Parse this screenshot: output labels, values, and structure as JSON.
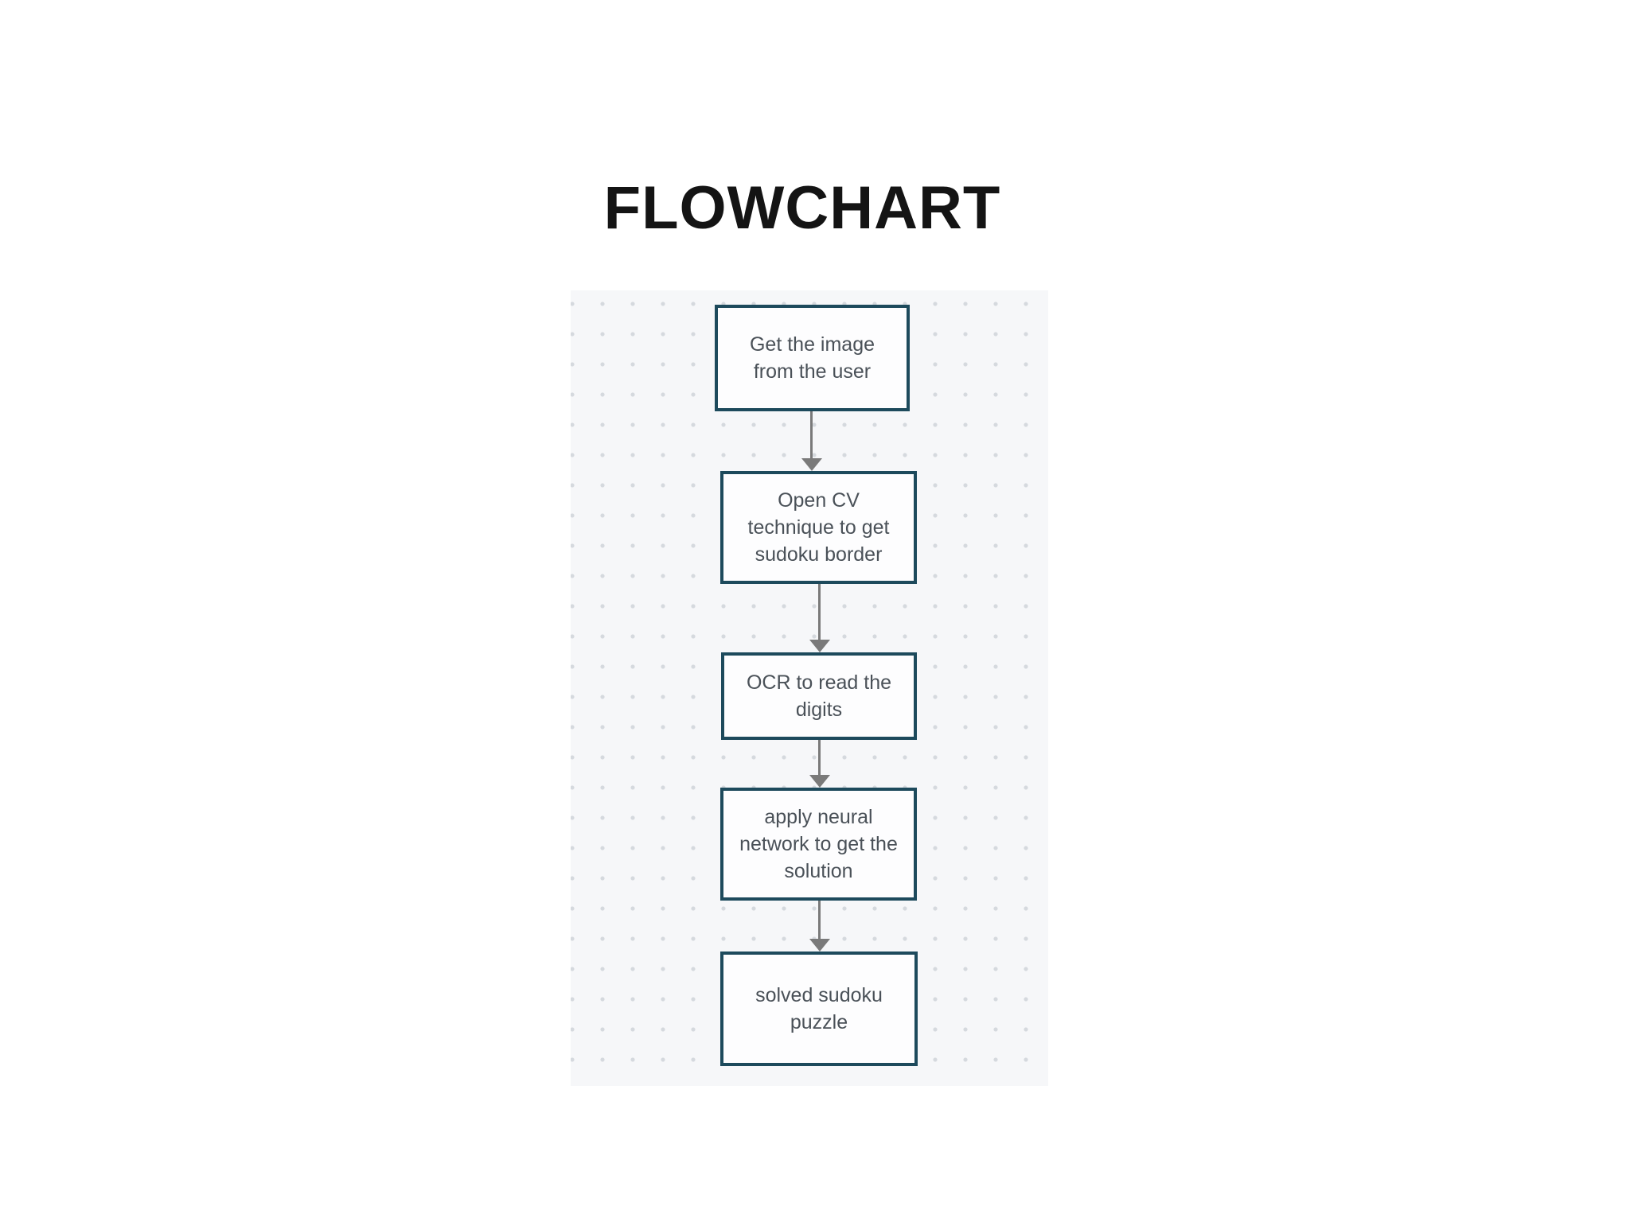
{
  "slide": {
    "title": "FLOWCHART"
  },
  "colors": {
    "title_text": "#141414",
    "panel_bg": "#f6f7f9",
    "panel_dot": "#d5d9de",
    "node_border": "#1d4a5c",
    "node_bg": "#fdfdfe",
    "node_text": "#4a5158",
    "arrow": "#7a7a7a"
  },
  "flowchart": {
    "nodes": [
      {
        "id": "get-image",
        "lines": [
          "Get the image",
          "from the user"
        ]
      },
      {
        "id": "open-cv",
        "lines": [
          "Open CV",
          "technique to get",
          "sudoku border"
        ]
      },
      {
        "id": "ocr",
        "lines": [
          "OCR to read the",
          "digits"
        ]
      },
      {
        "id": "neural-network",
        "lines": [
          "apply neural",
          "network to get the",
          "solution"
        ]
      },
      {
        "id": "solved-puzzle",
        "lines": [
          "solved sudoku",
          "puzzle"
        ]
      }
    ],
    "edges": [
      {
        "from": "get-image",
        "to": "open-cv"
      },
      {
        "from": "open-cv",
        "to": "ocr"
      },
      {
        "from": "ocr",
        "to": "neural-network"
      },
      {
        "from": "neural-network",
        "to": "solved-puzzle"
      }
    ]
  }
}
